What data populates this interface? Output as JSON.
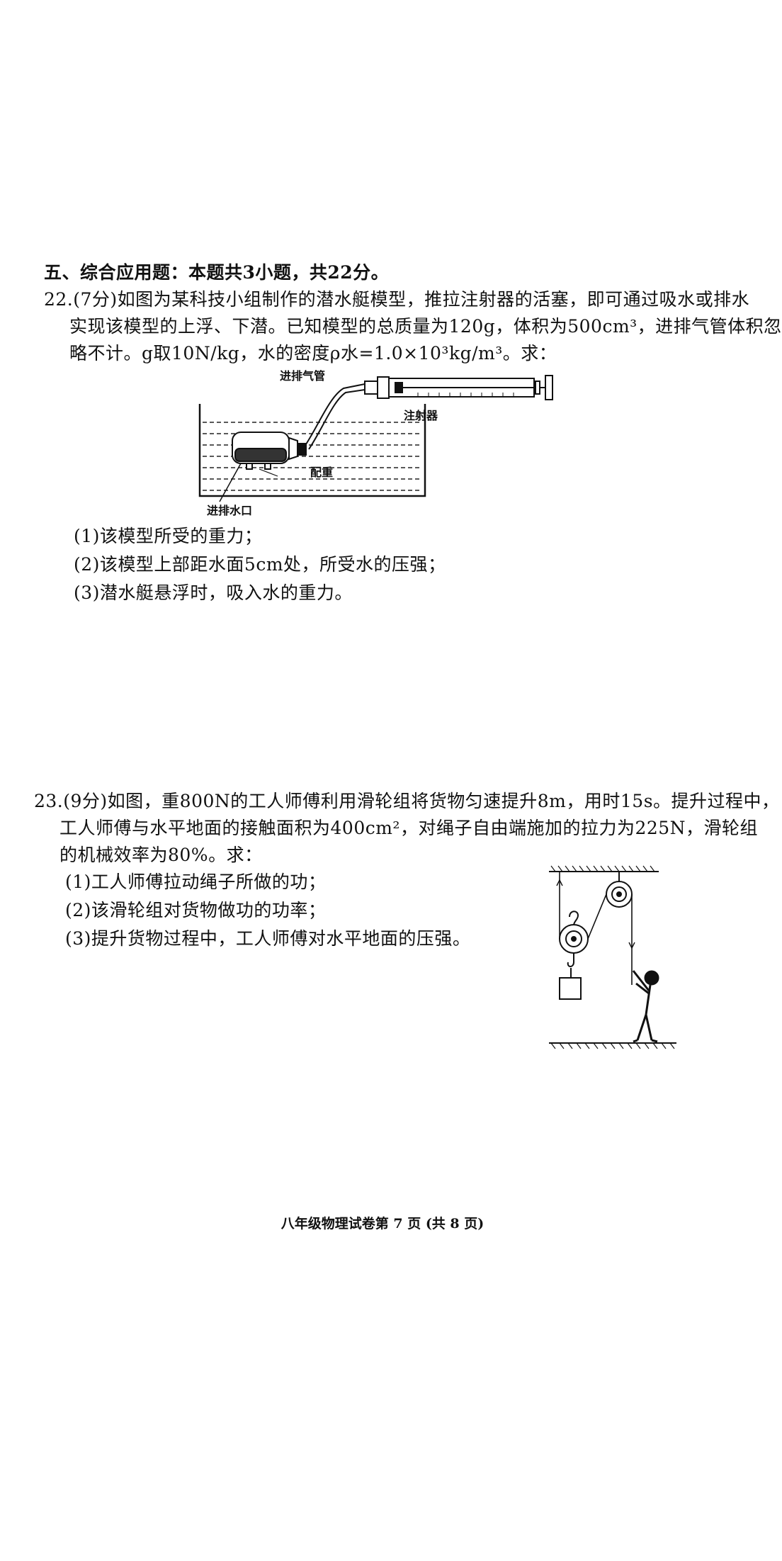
{
  "section": {
    "heading": "五、综合应用题：本题共3小题，共22分。"
  },
  "q22": {
    "line1": "22.(7分)如图为某科技小组制作的潜水艇模型，推拉注射器的活塞，即可通过吸水或排水",
    "line2": "实现该模型的上浮、下潜。已知模型的总质量为120g，体积为500cm³，进排气管体积忽",
    "line3": "略不计。g取10N/kg，水的密度ρ水=1.0×10³kg/m³。求：",
    "figure": {
      "label_pipe": "进排气管",
      "label_syringe": "注射器",
      "label_weight": "配重",
      "label_inlet": "进排水口"
    },
    "sub1": "(1)该模型所受的重力；",
    "sub2": "(2)该模型上部距水面5cm处，所受水的压强；",
    "sub3": "(3)潜水艇悬浮时，吸入水的重力。"
  },
  "q23": {
    "line1": "23.(9分)如图，重800N的工人师傅利用滑轮组将货物匀速提升8m，用时15s。提升过程中，",
    "line2": "工人师傅与水平地面的接触面积为400cm²，对绳子自由端施加的拉力为225N，滑轮组",
    "line3": "的机械效率为80%。求：",
    "sub1": "(1)工人师傅拉动绳子所做的功；",
    "sub2": "(2)该滑轮组对货物做功的功率；",
    "sub3": "(3)提升货物过程中，工人师傅对水平地面的压强。"
  },
  "footer": {
    "text": "八年级物理试卷第 7 页  (共 8 页)"
  }
}
